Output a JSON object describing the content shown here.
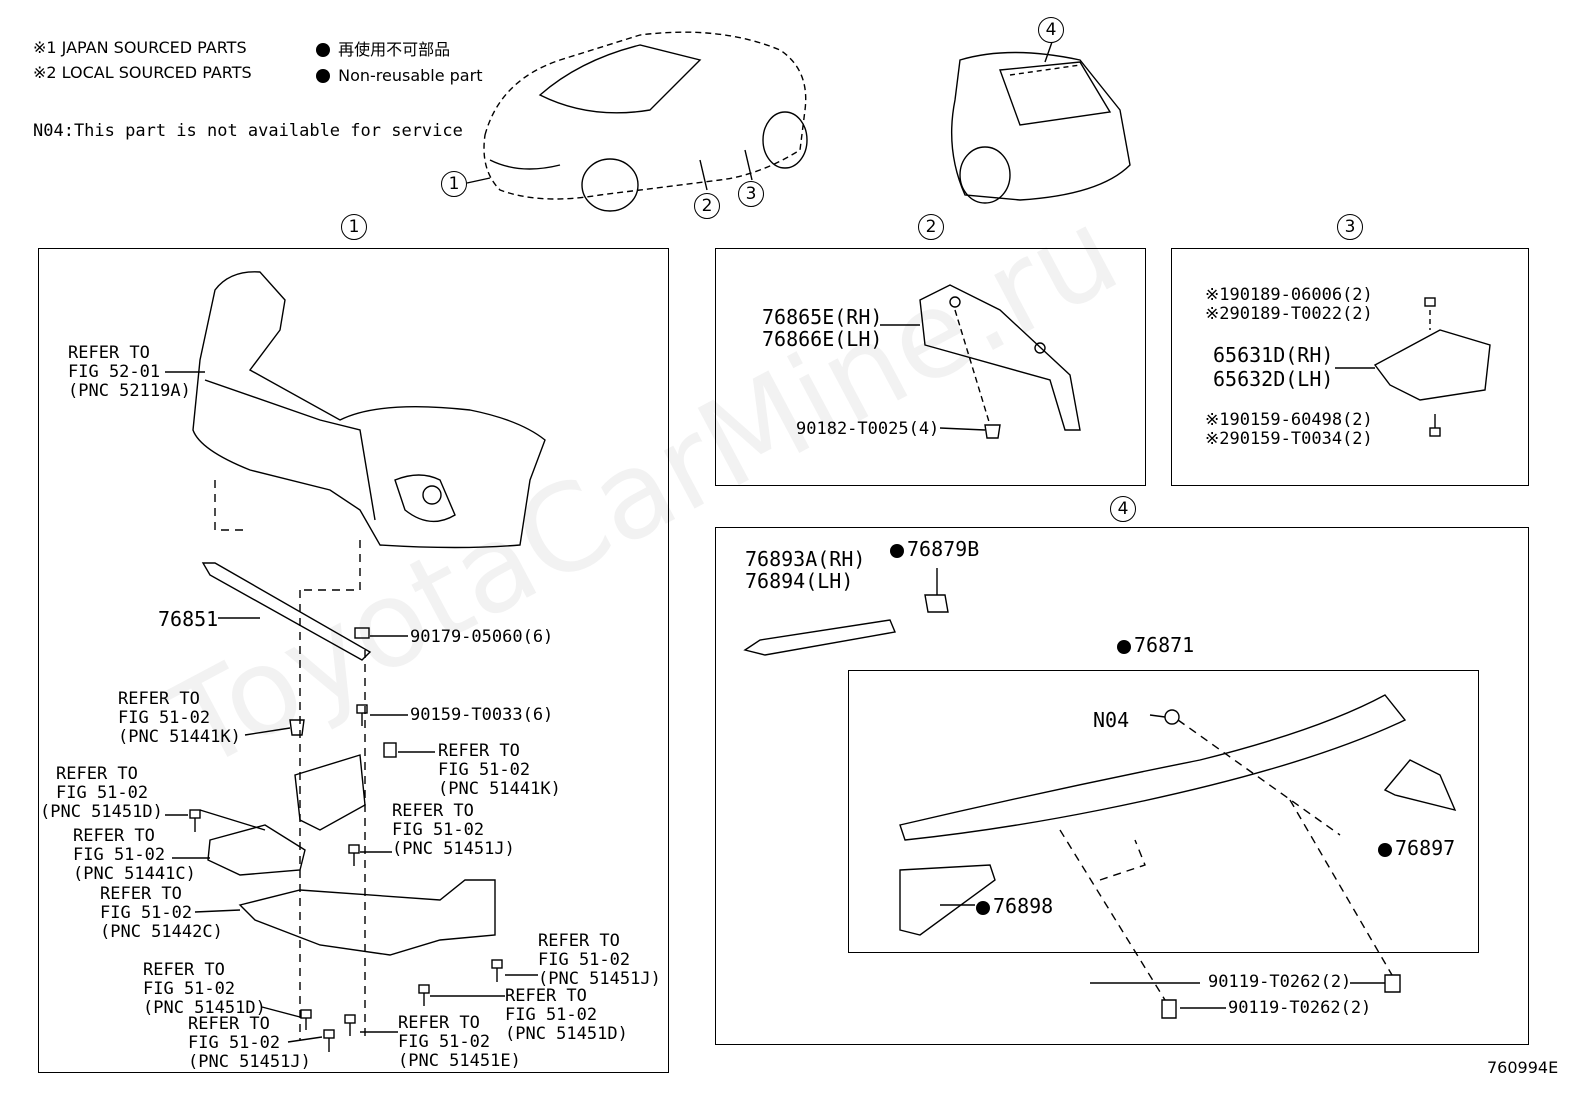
{
  "legend": {
    "japan": "※1 JAPAN SOURCED PARTS",
    "local": "※2 LOCAL SOURCED PARTS",
    "nonreusable_jp": "再使用不可部品",
    "nonreusable_en": "Non-reusable part",
    "n04_note": "N04:This part is not available for service"
  },
  "markers": {
    "m1": "1",
    "m2": "2",
    "m3": "3",
    "m4": "4"
  },
  "panel1": {
    "ref_52_01": [
      "REFER TO",
      "FIG 52-01",
      "(PNC 52119A)"
    ],
    "p76851": "76851",
    "p90179": "90179-05060(6)",
    "p90159_t0033": "90159-T0033(6)",
    "ref_51441K_a": [
      "REFER TO",
      "FIG 51-02",
      "(PNC 51441K)"
    ],
    "ref_51441K_b": [
      "REFER TO",
      "FIG 51-02",
      "(PNC 51441K)"
    ],
    "ref_51451D_a": [
      "REFER TO",
      "FIG 51-02",
      "(PNC 51451D)"
    ],
    "ref_51451J_a": [
      "REFER TO",
      "FIG 51-02",
      "(PNC 51451J)"
    ],
    "ref_51441C": [
      "REFER TO",
      "FIG 51-02",
      "(PNC 51441C)"
    ],
    "ref_51442C": [
      "REFER TO",
      "FIG 51-02",
      "(PNC 51442C)"
    ],
    "ref_51451J_b": [
      "REFER TO",
      "FIG 51-02",
      "(PNC 51451J)"
    ],
    "ref_51451D_b": [
      "REFER TO",
      "FIG 51-02",
      "(PNC 51451D)"
    ],
    "ref_51451D_c": [
      "REFER TO",
      "FIG 51-02",
      "(PNC 51451D)"
    ],
    "ref_51451J_c": [
      "REFER TO",
      "FIG 51-02",
      "(PNC 51451J)"
    ],
    "ref_51451E": [
      "REFER TO",
      "FIG 51-02",
      "(PNC 51451E)"
    ]
  },
  "panel2": {
    "p76865": "76865E(RH)",
    "p76866": "76866E(LH)",
    "p90182": "90182-T0025(4)"
  },
  "panel3": {
    "p190189": "※190189-06006(2)",
    "p290189": "※290189-T0022(2)",
    "p65631": "65631D(RH)",
    "p65632": "65632D(LH)",
    "p190159": "※190159-60498(2)",
    "p290159": "※290159-T0034(2)"
  },
  "panel4": {
    "p76893": "76893A(RH)",
    "p76894": "76894(LH)",
    "p76879": "76879B",
    "p76871": "76871",
    "n04": "N04",
    "p76897": "76897",
    "p76898": "76898",
    "p90119_a": "90119-T0262(2)",
    "p90119_b": "90119-T0262(2)"
  },
  "figure_id": "760994E",
  "watermark": "ToyotaCarMine.ru"
}
